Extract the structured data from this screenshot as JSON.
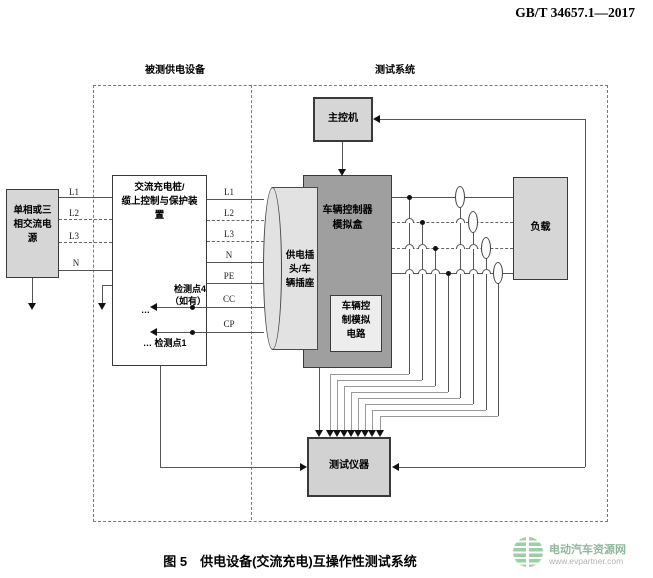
{
  "header": {
    "standard_code": "GB/T 34657.1—2017"
  },
  "regions": {
    "dut_label": "被测供电设备",
    "test_system_label": "测试系统"
  },
  "boxes": {
    "ac_source": {
      "lines": [
        "单相或三",
        "相交流电",
        "源"
      ]
    },
    "charging_pile": {
      "lines": [
        "交流充电桩/",
        "缆上控制与保护装",
        "置"
      ]
    },
    "main_controller": {
      "label": "主控机"
    },
    "vcu_simulator": {
      "lines": [
        "车辆控制器",
        "模拟盒"
      ]
    },
    "vcu_sim_circuit": {
      "lines": [
        "车辆控",
        "制模拟",
        "电路"
      ]
    },
    "plug_socket": {
      "lines": [
        "供电插",
        "头/车",
        "辆插座"
      ]
    },
    "load": {
      "label": "负载"
    },
    "test_instrument": {
      "label": "测试仪器"
    }
  },
  "wires": {
    "source_labels": [
      "L1",
      "L2",
      "L3",
      "N"
    ],
    "terminal_labels": [
      "L1",
      "L2",
      "L3",
      "N",
      "PE",
      "CC",
      "CP"
    ]
  },
  "detection_points": {
    "point4": "检测点4",
    "point4_note": "（如有）",
    "ellipsis": "…",
    "point1": "… 检测点1"
  },
  "caption": "图 5　供电设备(交流充电)互操作性测试系统",
  "watermark": {
    "site_name": "电动汽车资源网",
    "site_url": "www.evpartner.com"
  },
  "colors": {
    "box_fill_gray": "#d6d6d6",
    "simulator_box_fill": "#9f9f9f",
    "plug_fill": "#e2e2e2",
    "wire_color": "#555555",
    "watermark_green": "#9ccfa5"
  }
}
